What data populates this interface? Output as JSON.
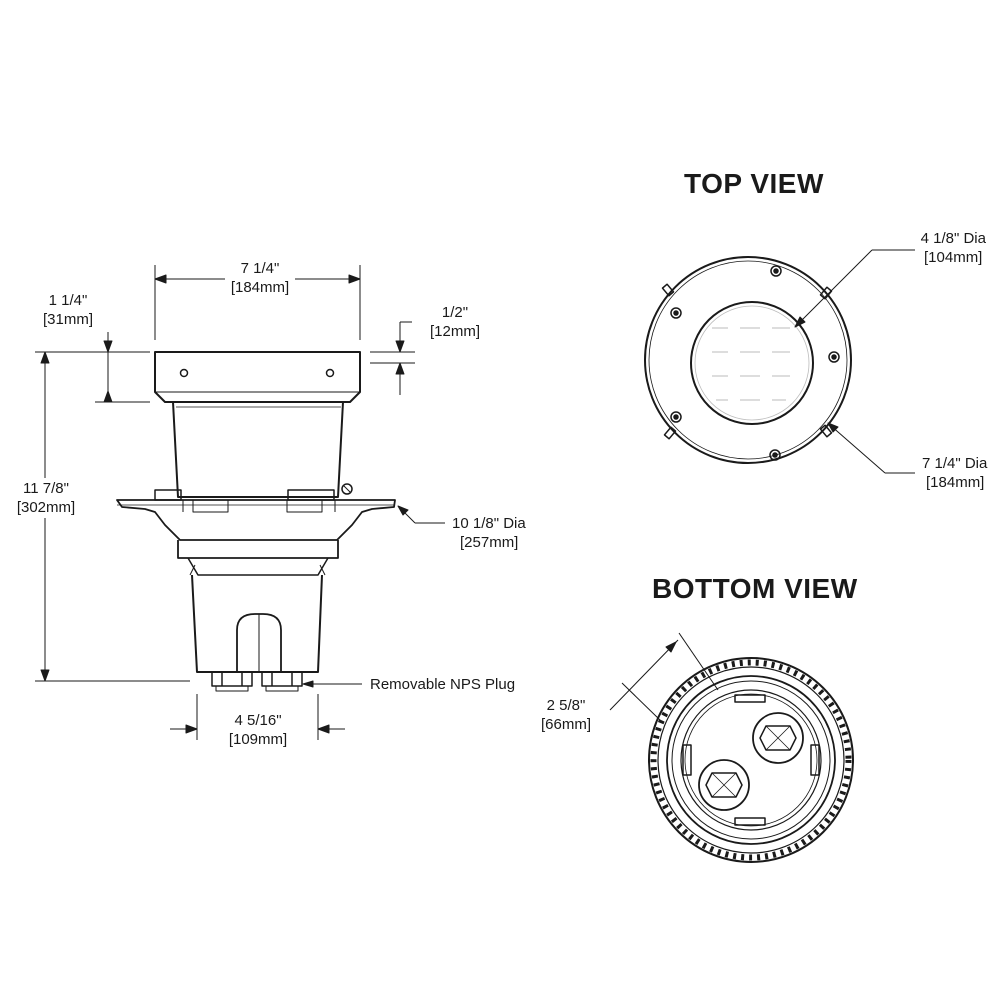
{
  "views": {
    "top_title": "TOP VIEW",
    "bottom_title": "BOTTOM VIEW"
  },
  "side": {
    "width_top": {
      "in": "7 1/4\"",
      "mm": "[184mm]"
    },
    "lid_height": {
      "in": "1 1/4\"",
      "mm": "[31mm]"
    },
    "lid_offset": {
      "in": "1/2\"",
      "mm": "[12mm]"
    },
    "overall_height": {
      "in": "11 7/8\"",
      "mm": "[302mm]"
    },
    "flange_dia": {
      "in": "10 1/8\" Dia",
      "mm": "[257mm]"
    },
    "base_width": {
      "in": "4 5/16\"",
      "mm": "[109mm]"
    },
    "plug_label": "Removable NPS Plug"
  },
  "top": {
    "lens_dia": {
      "in": "4 1/8\" Dia",
      "mm": "[104mm]"
    },
    "outer_dia": {
      "in": "7 1/4\" Dia",
      "mm": "[184mm]"
    }
  },
  "bottom": {
    "inner_dia": {
      "in": "2 5/8\"",
      "mm": "[66mm]"
    }
  },
  "colors": {
    "line": "#1a1a1a",
    "lens": "#bbbbbb"
  }
}
